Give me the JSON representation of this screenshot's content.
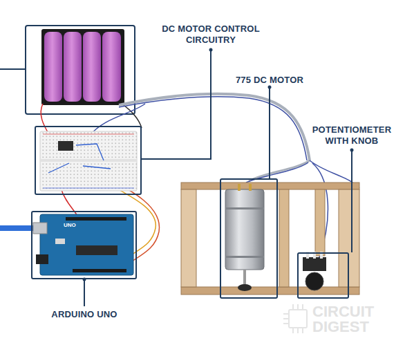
{
  "diagram": {
    "nodes": [
      {
        "text": [
          "DC MOTOR CONTROL CIRCUITRY"
        ]
      },
      {
        "text": [
          "775 DC MOTOR"
        ]
      },
      {
        "text": [
          "POTENTIOMETER WITH KNOB"
        ]
      },
      {
        "text": [
          "ARDUINO UNO"
        ]
      }
    ],
    "labels": [
      "UNO",
      "CIRCUIT DIGEST"
    ]
  }
}
